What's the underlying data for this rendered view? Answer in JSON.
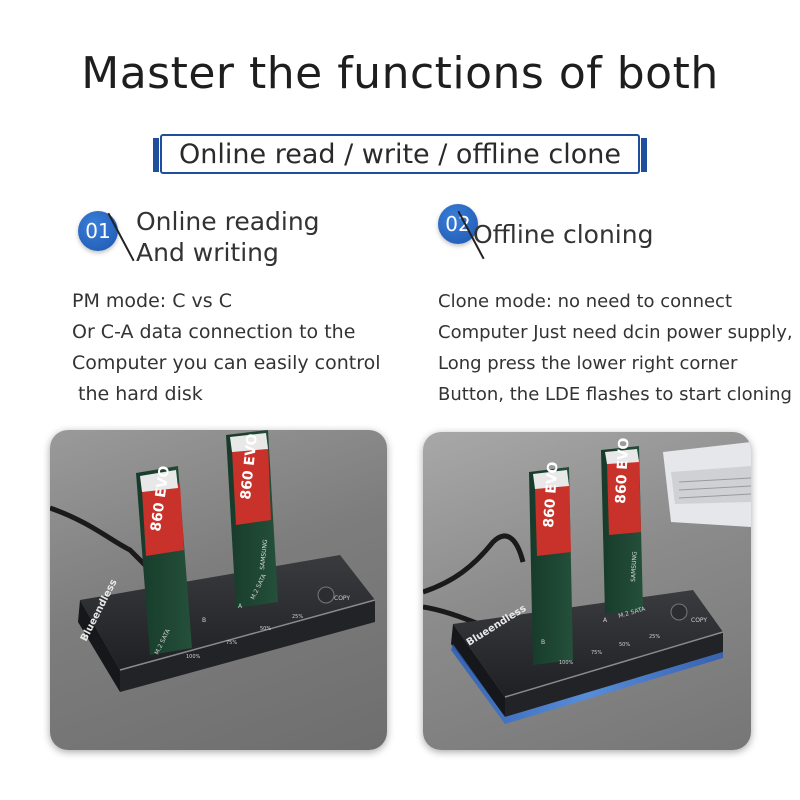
{
  "header": {
    "title": "Master the functions of both",
    "subtitle": "Online read / write / offline clone"
  },
  "features": [
    {
      "number": "01",
      "title_lines": [
        "Online reading",
        "And writing"
      ],
      "description_lines": [
        "PM mode: C vs C",
        "Or C-A data connection to the",
        "Computer you can easily control",
        " the hard disk"
      ]
    },
    {
      "number": "02",
      "title_lines": [
        "Offline cloning"
      ],
      "description_lines": [
        "Clone mode: no need to connect",
        "Computer Just need dcin power supply,",
        "Long press the lower right corner",
        "Button, the LDE flashes to start cloning"
      ]
    }
  ],
  "product": {
    "brand": "Blueendless",
    "ssd_label": "860 EVO",
    "ssd_maker": "SAMSUNG",
    "slot_label": "M.2 SATA",
    "slot_a": "A",
    "slot_b": "B",
    "button_label": "COPY",
    "led_levels": [
      "25%",
      "50%",
      "75%",
      "100%"
    ]
  },
  "colors": {
    "accent": "#1f4e9c",
    "badge": "#2a6bc8",
    "dock_body": "#2b2c2f",
    "blue_glow": "#4f8fe8"
  }
}
